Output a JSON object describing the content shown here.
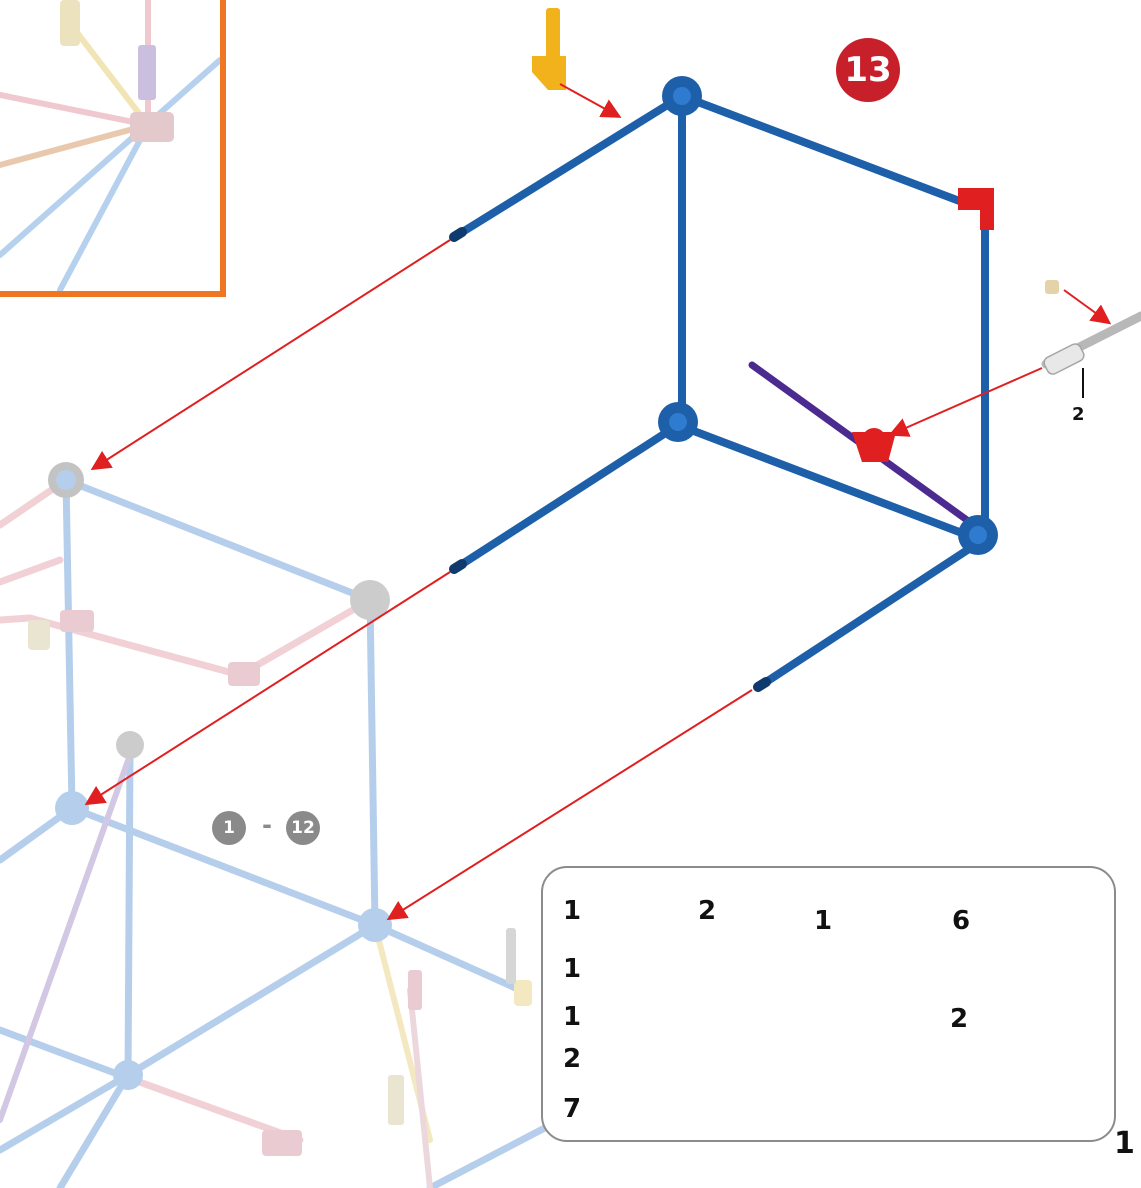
{
  "step": {
    "number": "13"
  },
  "previous_steps": {
    "from": "1",
    "separator": "-",
    "to": "12"
  },
  "callout": {
    "pin_count": "2"
  },
  "parts_list": [
    {
      "qty": "1",
      "part": "tan-connector-clip-icon"
    },
    {
      "qty": "2",
      "part": "gray-spacer-icon"
    },
    {
      "qty": "1",
      "part": "yellow-connector-icon"
    },
    {
      "qty": "6",
      "part": "blue-connector-icon"
    },
    {
      "qty": "1",
      "part": "yellow-rod-icon"
    },
    {
      "qty": "1",
      "part": "gray-rod-icon"
    },
    {
      "qty": "2",
      "part": "red-connector-icon"
    },
    {
      "qty": "2",
      "part": "purple-rod-icon"
    },
    {
      "qty": "7",
      "part": "blue-rod-icon"
    }
  ],
  "page_number": "1",
  "colors": {
    "blue_rod": "#1d5fa8",
    "purple_rod": "#4b2b8f",
    "red_connector": "#e02020",
    "yellow_connector": "#f2b21c",
    "arrow": "#e02020",
    "step_badge": "#c8202b",
    "inset_frame": "#ef7622",
    "faded_blue": "#a9c6e8",
    "faded_pink": "#efc9cf"
  }
}
